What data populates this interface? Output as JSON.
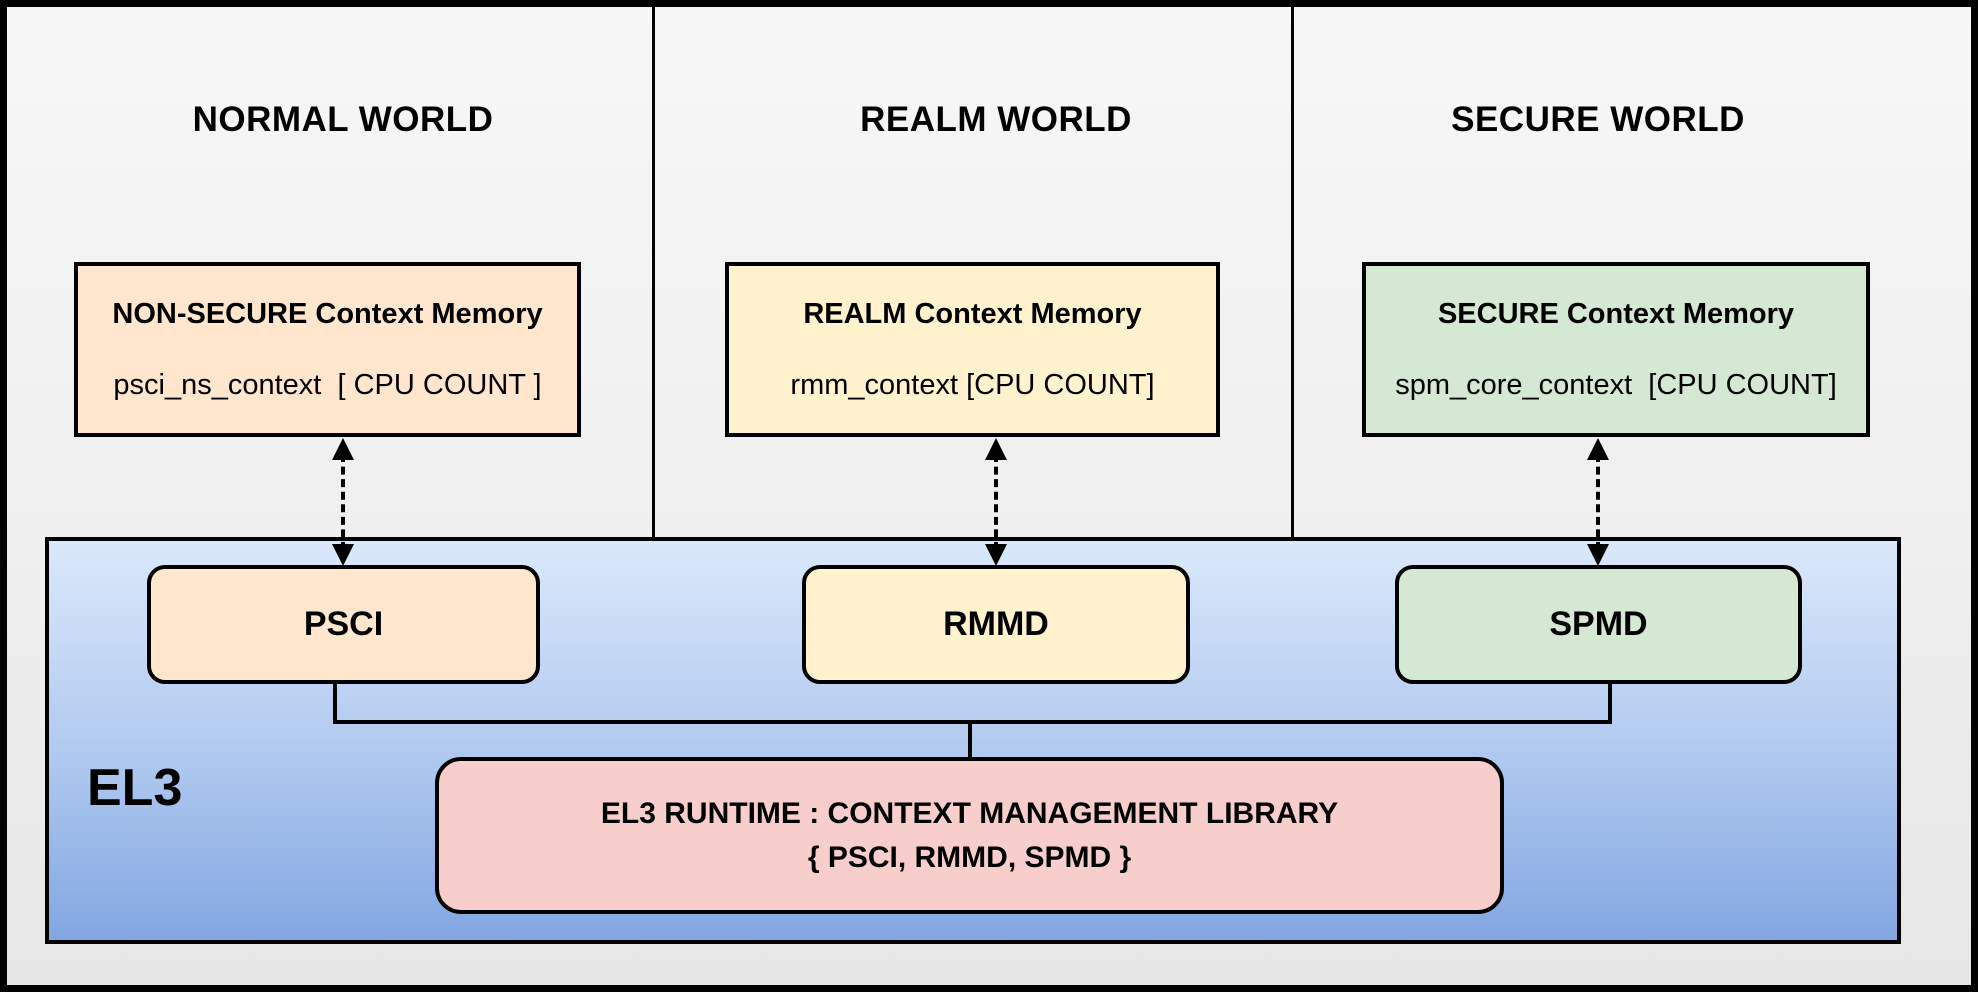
{
  "worlds": [
    {
      "title": "NORMAL WORLD",
      "memory_title": "NON-SECURE Context Memory",
      "memory_code": "psci_ns_context  [ CPU COUNT ]",
      "fill": "#FFE6CC"
    },
    {
      "title": "REALM WORLD",
      "memory_title": "REALM Context Memory",
      "memory_code": "rmm_context [CPU COUNT]",
      "fill": "#FFF2CC"
    },
    {
      "title": "SECURE WORLD",
      "memory_title": "SECURE Context Memory",
      "memory_code": "spm_core_context  [CPU COUNT]",
      "fill": "#D5E8D4"
    }
  ],
  "el3": {
    "label": "EL3",
    "modules": [
      {
        "label": "PSCI",
        "fill": "#FFE6CC"
      },
      {
        "label": "RMMD",
        "fill": "#FFF2CC"
      },
      {
        "label": "SPMD",
        "fill": "#D5E8D4"
      }
    ],
    "library": {
      "line1": "EL3 RUNTIME : CONTEXT MANAGEMENT LIBRARY",
      "line2": "{ PSCI, RMMD, SPMD }",
      "fill": "#F8CECC"
    }
  },
  "colors": {
    "line": "#000000",
    "background_top": "#F7F7F7",
    "background_bottom": "#E6E6E6",
    "el3_gradient_top": "#DBE8FB",
    "el3_gradient_bottom": "#82A6E1"
  }
}
